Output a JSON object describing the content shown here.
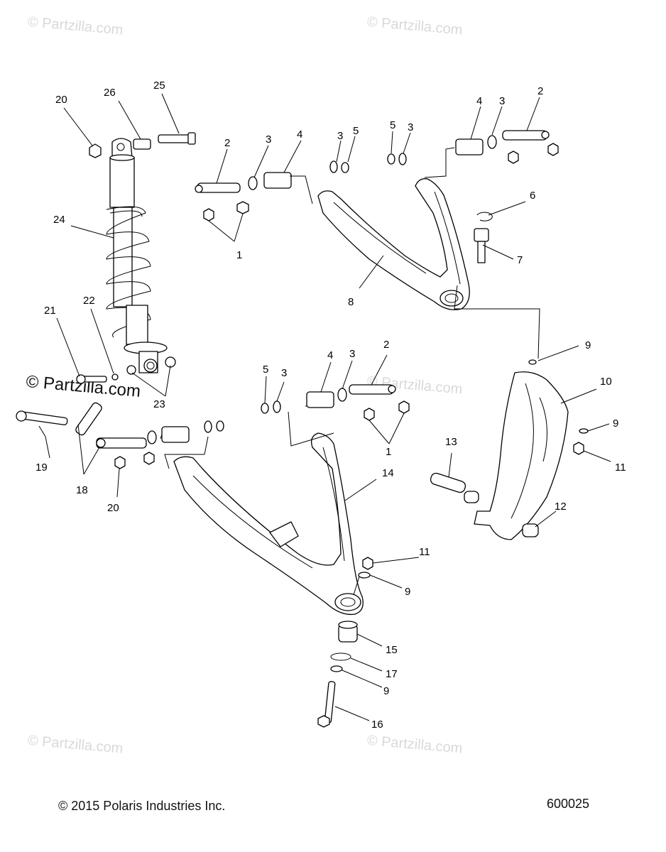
{
  "watermarks": [
    "© Partzilla.com",
    "© Partzilla.com",
    "© Partzilla.com",
    "© Partzilla.com",
    "© Partzilla.com",
    "© Partzilla.com"
  ],
  "footer": {
    "copyright": "© 2015 Polaris Industries Inc.",
    "drawing_number": "600025"
  },
  "callouts": [
    "20",
    "26",
    "25",
    "2",
    "3",
    "4",
    "3",
    "5",
    "5",
    "3",
    "4",
    "3",
    "2",
    "24",
    "6",
    "1",
    "7",
    "8",
    "9",
    "21",
    "22",
    "23",
    "5",
    "3",
    "4",
    "3",
    "2",
    "10",
    "9",
    "11",
    "19",
    "18",
    "1",
    "13",
    "14",
    "20",
    "12",
    "11",
    "9",
    "15",
    "17",
    "9",
    "16"
  ]
}
